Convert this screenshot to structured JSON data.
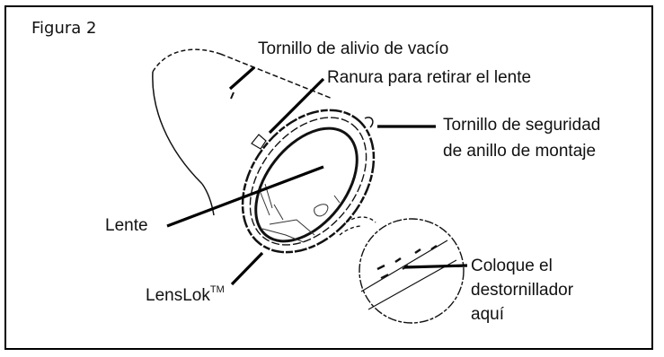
{
  "figure": {
    "title": "Figura 2",
    "labels": {
      "vacuum_screw": "Tornillo de alivio de vacío",
      "lens_slot": "Ranura para retirar el lente",
      "security_screw_line1": "Tornillo de seguridad",
      "security_screw_line2": "de anillo de montaje",
      "lens": "Lente",
      "lenslok": "LensLok",
      "lenslok_tm": "TM",
      "screwdriver_line1": "Coloque el",
      "screwdriver_line2": "destornillador",
      "screwdriver_line3": "aquí"
    }
  }
}
